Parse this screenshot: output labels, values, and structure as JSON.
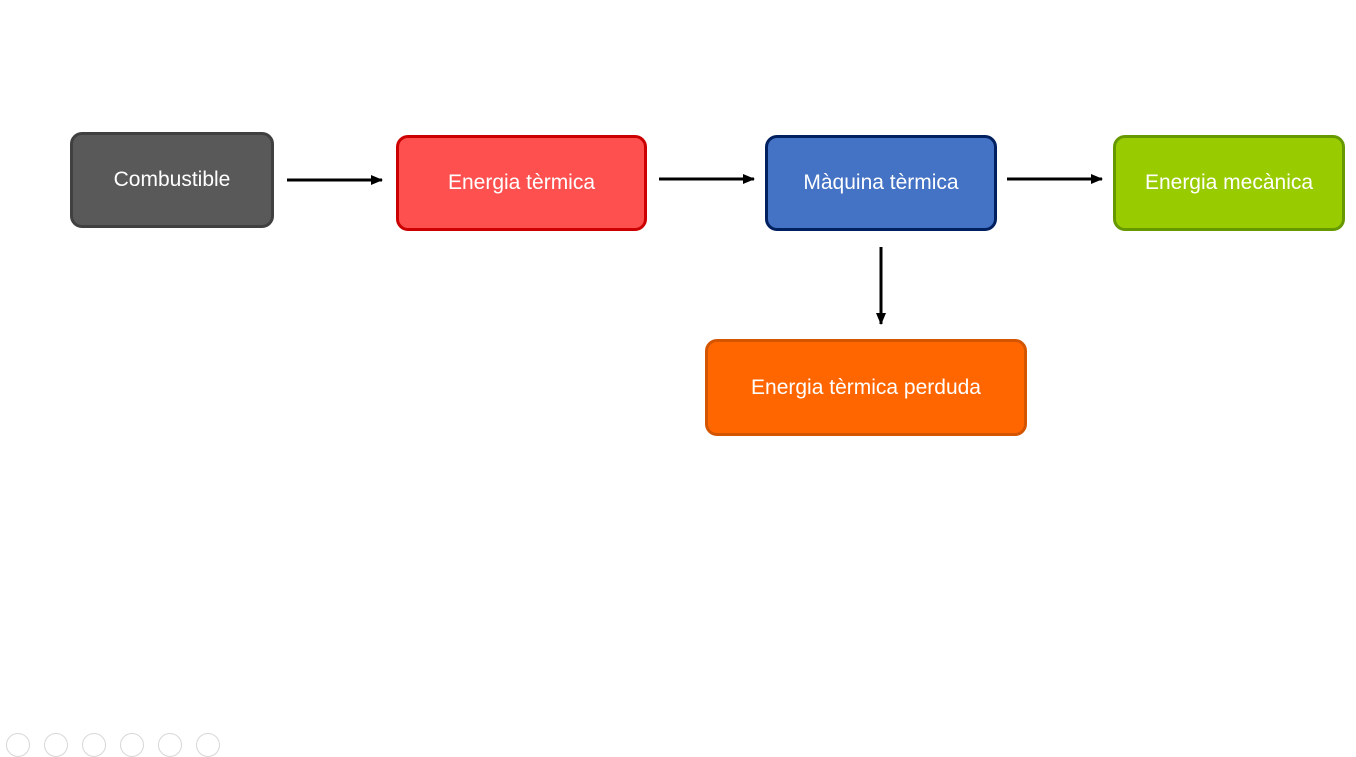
{
  "diagram": {
    "nodes": [
      {
        "id": "combustible",
        "label": "Combustible",
        "fill": "#595959",
        "border": "#404040"
      },
      {
        "id": "termica",
        "label": "Energia tèrmica",
        "fill": "#ff5050",
        "border": "#cc0000"
      },
      {
        "id": "maquina",
        "label": "Màquina tèrmica",
        "fill": "#4472c4",
        "border": "#002060"
      },
      {
        "id": "mecanica",
        "label": "Energia mecànica",
        "fill": "#99cc00",
        "border": "#669900"
      },
      {
        "id": "perduda",
        "label": "Energia tèrmica perduda",
        "fill": "#ff6600",
        "border": "#d45500"
      }
    ],
    "edges": [
      {
        "from": "combustible",
        "to": "termica"
      },
      {
        "from": "termica",
        "to": "maquina"
      },
      {
        "from": "maquina",
        "to": "mecanica"
      },
      {
        "from": "maquina",
        "to": "perduda"
      }
    ],
    "arrow_color": "#000000"
  }
}
